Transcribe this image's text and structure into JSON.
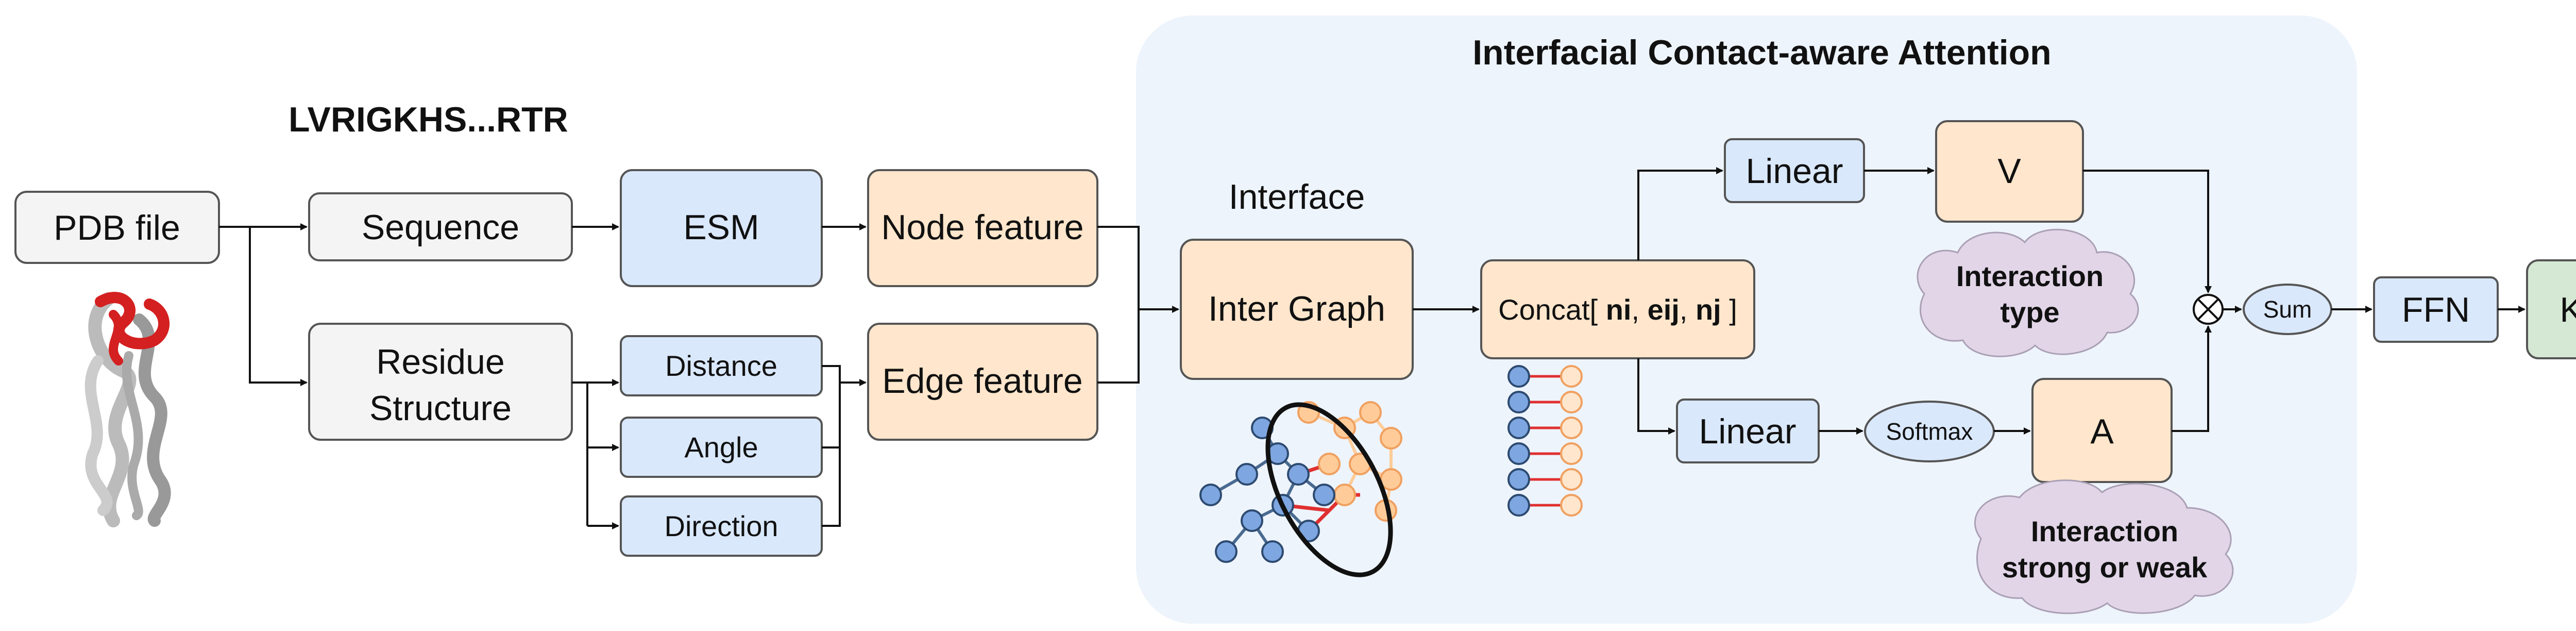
{
  "title": "Interfacial Contact-aware Attention",
  "sequence_text": "LVRIGKHS...RTR",
  "nodes": {
    "pdb_file": "PDB file",
    "sequence": "Sequence",
    "residue_structure_line1": "Residue",
    "residue_structure_line2": "Structure",
    "distance": "Distance",
    "angle": "Angle",
    "direction": "Direction",
    "esm": "ESM",
    "node_feature": "Node feature",
    "edge_feature": "Edge feature",
    "interface_label": "Interface",
    "inter_graph": "Inter Graph",
    "concat_prefix": "Concat[ ",
    "concat_ni": "ni",
    "concat_sep1": ", ",
    "concat_eij": "eij",
    "concat_sep2": ", ",
    "concat_nj": "nj",
    "concat_suffix": " ]",
    "linear_top": "Linear",
    "linear_bottom": "Linear",
    "softmax": "Softmax",
    "v": "V",
    "a": "A",
    "sum": "Sum",
    "ffn": "FFN",
    "kd": "Kd"
  },
  "clouds": {
    "interaction_type_line1": "Interaction",
    "interaction_type_line2": "type",
    "interaction_strength_line1": "Interaction",
    "interaction_strength_line2": "strong or weak"
  },
  "colors": {
    "gray_box": "#f4f4f4",
    "blue_box": "#dae8fc",
    "orange_box": "#ffe6cc",
    "green_box": "#d5e8d4",
    "panel": "#eef4fc",
    "cloud": "#e1d5e7",
    "node_blue": "#7ea6e0",
    "node_orange": "#ffcc99",
    "contact_red": "#e03030"
  }
}
